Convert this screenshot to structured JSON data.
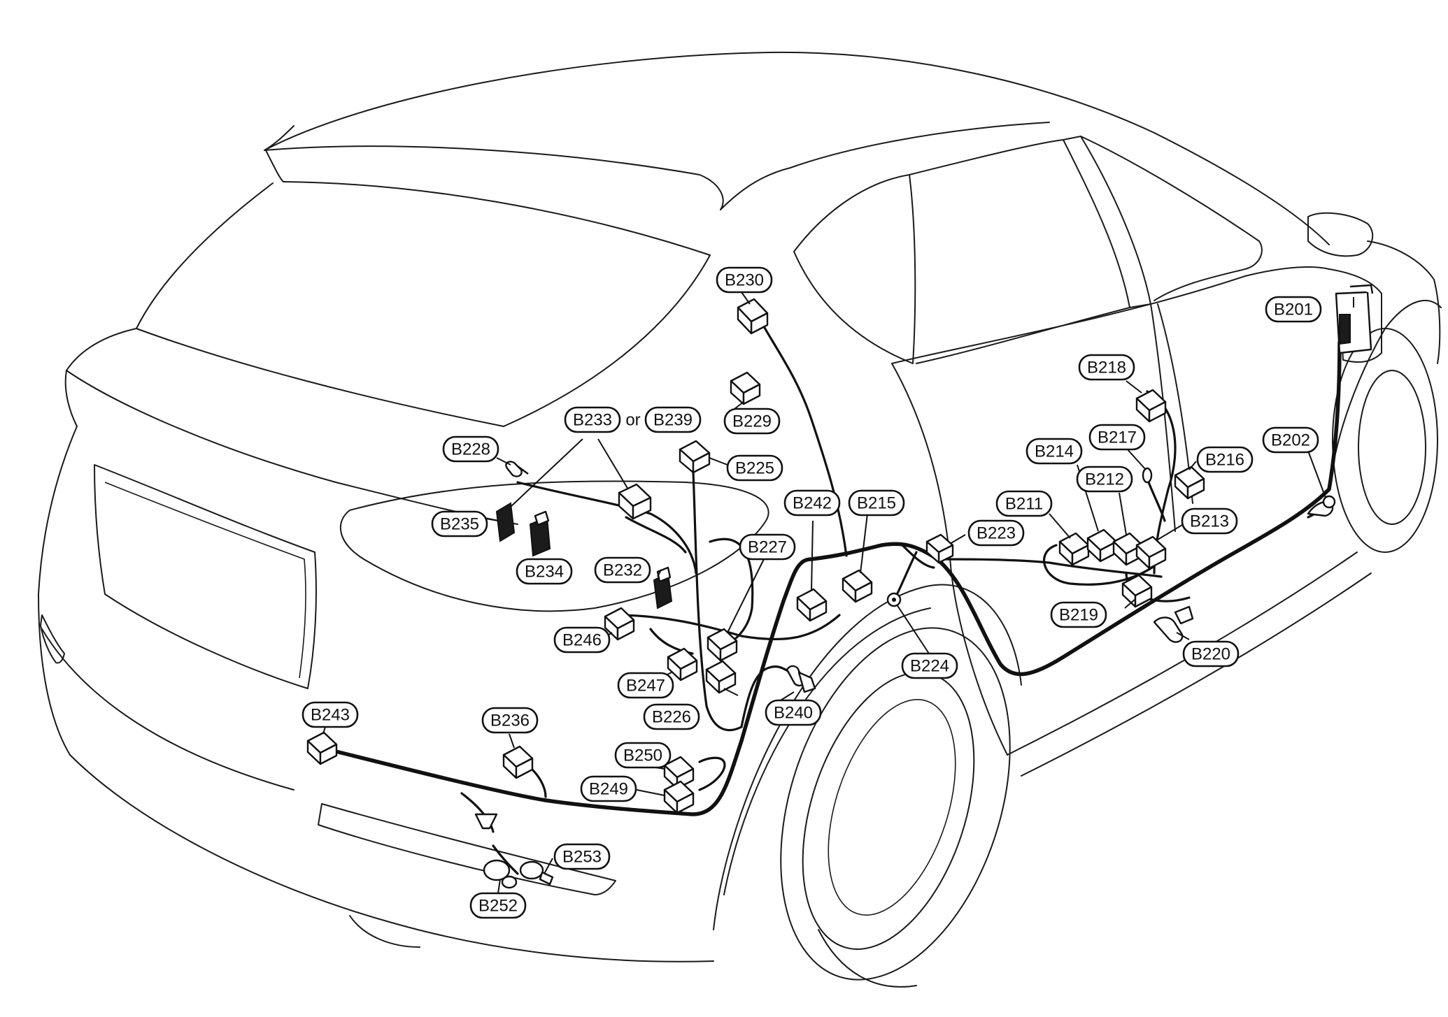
{
  "diagram": {
    "labels": {
      "B201": "B201",
      "B202": "B202",
      "B211": "B211",
      "B212": "B212",
      "B213": "B213",
      "B214": "B214",
      "B215": "B215",
      "B216": "B216",
      "B217": "B217",
      "B218": "B218",
      "B219": "B219",
      "B220": "B220",
      "B223": "B223",
      "B224": "B224",
      "B225": "B225",
      "B226": "B226",
      "B227": "B227",
      "B228": "B228",
      "B229": "B229",
      "B230": "B230",
      "B232": "B232",
      "B233": "B233",
      "B234": "B234",
      "B235": "B235",
      "B236": "B236",
      "B239": "B239",
      "B240": "B240",
      "B242": "B242",
      "B243": "B243",
      "B246": "B246",
      "B247": "B247",
      "B249": "B249",
      "B250": "B250",
      "B252": "B252",
      "B253": "B253",
      "or": "or"
    }
  }
}
